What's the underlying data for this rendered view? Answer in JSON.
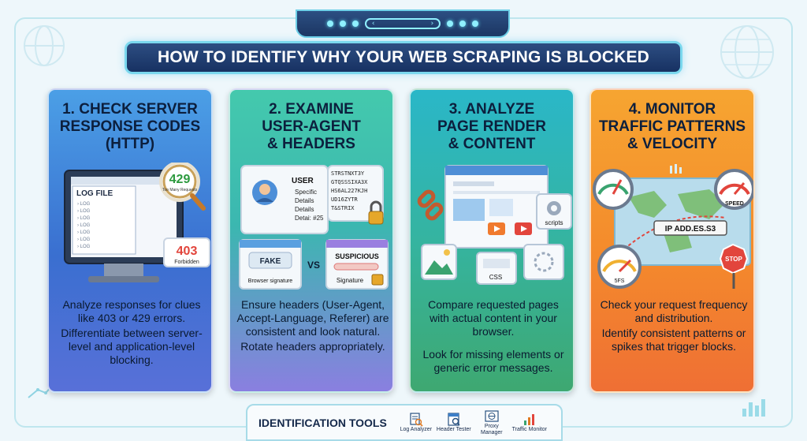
{
  "header": {
    "title": "HOW TO IDENTIFY WHY YOUR WEB SCRAPING IS BLOCKED"
  },
  "cards": [
    {
      "title": "1. CHECK SERVER\nRESPONSE CODES\n(HTTP)",
      "illustration": {
        "log_label": "LOG FILE",
        "log_lines": [
          "› LOG",
          "› LOG",
          "› LOG",
          "› LOG",
          "› LOG",
          "› LOG",
          "› LOG"
        ],
        "code_429": "429",
        "code_429_text": "Too Many Requests",
        "code_403": "403",
        "code_403_text": "Forbidden"
      },
      "paragraphs": [
        "Analyze responses for clues like 403 or 429 errors.",
        "Differentiate between server-level and application-level blocking."
      ]
    },
    {
      "title": "2. EXAMINE\nUSER-AGENT\n& HEADERS",
      "illustration": {
        "user_label": "USER",
        "user_details": [
          "Specific",
          "Details",
          "Details",
          "Detai: #25"
        ],
        "scrambled": [
          "STRSTNXT3Y",
          "GTQSSSIXA3X",
          "HS6AL227KJH",
          "UD16ZYTR",
          "T&STRIX"
        ],
        "fake_label": "FAKE",
        "fake_caption": "Browser signature",
        "vs_label": "VS",
        "suspicious_label": "SUSPICIOUS",
        "suspicious_caption": "Signature"
      },
      "paragraphs": [
        "Ensure headers (User-Agent, Accept-Language, Referer) are consistent and look natural.",
        "Rotate headers appropriately."
      ]
    },
    {
      "title": "3. ANALYZE\nPAGE RENDER\n& CONTENT",
      "illustration": {
        "scripts_label": "scripts",
        "css_label": "CSS"
      },
      "paragraphs": [
        "Compare requested pages with actual content in your browser.",
        "Look for missing elements or generic error messages."
      ]
    },
    {
      "title": "4. MONITOR\nTRAFFIC PATTERNS\n& VELOCITY",
      "illustration": {
        "ip_label": "IP ADD.ES.S3",
        "speed_label": "SPEED",
        "stop_label": "STOP",
        "gauge_label": "5FS"
      },
      "paragraphs": [
        "Check your request frequency and distribution.",
        "Identify consistent patterns or spikes that trigger blocks."
      ]
    }
  ],
  "tools": {
    "title": "IDENTIFICATION TOOLS",
    "items": [
      {
        "label": "Log Analyzer",
        "icon": "log-analyzer-icon"
      },
      {
        "label": "Header Tester",
        "icon": "header-tester-icon"
      },
      {
        "label": "Proxy Manager",
        "icon": "proxy-manager-icon"
      },
      {
        "label": "Traffic Monitor",
        "icon": "traffic-monitor-icon"
      }
    ]
  },
  "colors": {
    "banner": "#1f3a6e",
    "card1": "#3a6fd0",
    "card2": "#3bb7b0",
    "card3": "#35b4a0",
    "card4": "#f48a2c",
    "accent_red": "#e2453c"
  }
}
